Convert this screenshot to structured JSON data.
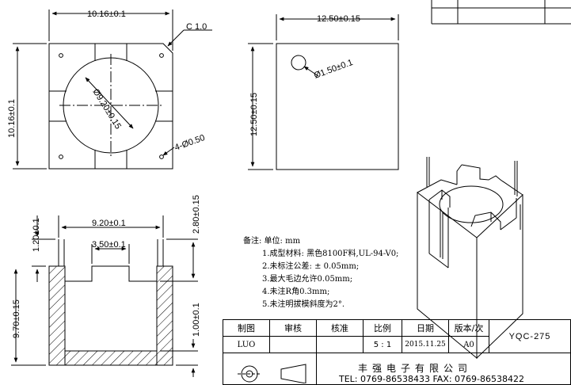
{
  "top_view": {
    "width_dim": "10.16±0.1",
    "height_dim": "10.16±0.1",
    "chamfer": "C 1.0",
    "bore_dim": "Ø9.20±0.15",
    "holes_dim": "4-Ø0.50"
  },
  "side_view": {
    "width_dim": "12.50±0.15",
    "height_dim": "12.50±0.15",
    "mark_dim": "Ø1.50±0.1"
  },
  "section_view": {
    "top_dim": "9.20±0.1",
    "slot_dim": "3.50±0.1",
    "pin_dim": "1.20±0.1",
    "right_top_dim": "2.80±0.15",
    "height_dim": "9.70±0.15",
    "floor_dim": "1.00±0.1"
  },
  "notes": {
    "heading": "备注: 单位: mm",
    "items": [
      "1.成型材料: 黑色8100F料,UL-94-V0;",
      "2.未标注公差: ± 0.05mm;",
      "3.最大毛边允许0.05mm;",
      "4.未注R角0.3mm;",
      "5.未注明拔模斜度为2°."
    ]
  },
  "title_block": {
    "headers": [
      "制图",
      "审核",
      "核准",
      "比例",
      "日期",
      "版本/次"
    ],
    "values": [
      "LUO",
      "",
      "",
      "5 : 1",
      "2015.11.25",
      "A0"
    ],
    "drawing_no": "YQC-275",
    "company": "丰强电子有限公司",
    "contact": "TEL: 0769-86538433   FAX: 0769-86538422"
  }
}
